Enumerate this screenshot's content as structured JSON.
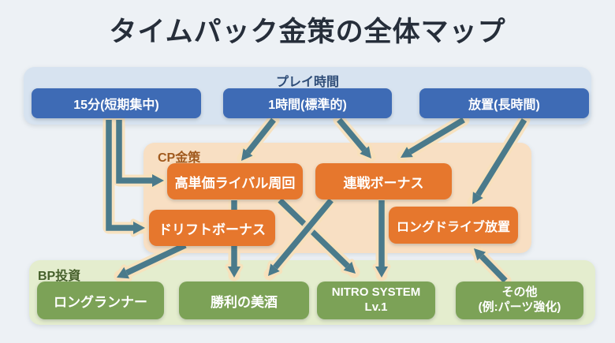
{
  "title": "タイムパック金策の全体マップ",
  "sections": {
    "play_time": {
      "label": "プレイ時間",
      "nodes": [
        {
          "label": "15分(短期集中)"
        },
        {
          "label": "1時間(標準的)"
        },
        {
          "label": "放置(長時間)"
        }
      ]
    },
    "cp": {
      "label": "CP金策",
      "nodes": [
        {
          "label": "高単価ライバル周回"
        },
        {
          "label": "連戦ボーナス"
        },
        {
          "label": "ドリフトボーナス"
        },
        {
          "label": "ロングドライブ放置"
        }
      ]
    },
    "bp": {
      "label": "BP投資",
      "nodes": [
        {
          "label": "ロングランナー"
        },
        {
          "label": "勝利の美酒"
        },
        {
          "label": "NITRO SYSTEM",
          "sublabel": "Lv.1"
        },
        {
          "label": "その他",
          "sublabel": "(例:パーツ強化)"
        }
      ]
    }
  },
  "connections": [
    {
      "from": "15分(短期集中)",
      "to": "高単価ライバル周回"
    },
    {
      "from": "15分(短期集中)",
      "to": "ドリフトボーナス"
    },
    {
      "from": "1時間(標準的)",
      "to": "高単価ライバル周回"
    },
    {
      "from": "1時間(標準的)",
      "to": "連戦ボーナス"
    },
    {
      "from": "放置(長時間)",
      "to": "連戦ボーナス"
    },
    {
      "from": "放置(長時間)",
      "to": "ロングドライブ放置"
    },
    {
      "from": "ドリフトボーナス",
      "to": "ロングランナー"
    },
    {
      "from": "高単価ライバル周回",
      "to": "勝利の美酒"
    },
    {
      "from": "高単価ライバル周回",
      "to": "NITRO SYSTEM Lv.1"
    },
    {
      "from": "連戦ボーナス",
      "to": "勝利の美酒"
    },
    {
      "from": "連戦ボーナス",
      "to": "NITRO SYSTEM Lv.1"
    },
    {
      "from": "その他(例:パーツ強化)",
      "to": "ロングドライブ放置"
    }
  ],
  "colors": {
    "background": "#edf1f5",
    "title_text": "#262e3a",
    "play_band": "#d7e3f0",
    "play_label": "#2e4c77",
    "play_node": "#3e6bb5",
    "cp_band": "#f8dfc3",
    "cp_label": "#a15a1e",
    "cp_node": "#e6772d",
    "bp_band": "#e4edce",
    "bp_label": "#46602b",
    "bp_node": "#7ca257",
    "arrow": "#4a7a8b",
    "arrow_glow": "#f7e0ba",
    "node_text": "#ffffff"
  }
}
